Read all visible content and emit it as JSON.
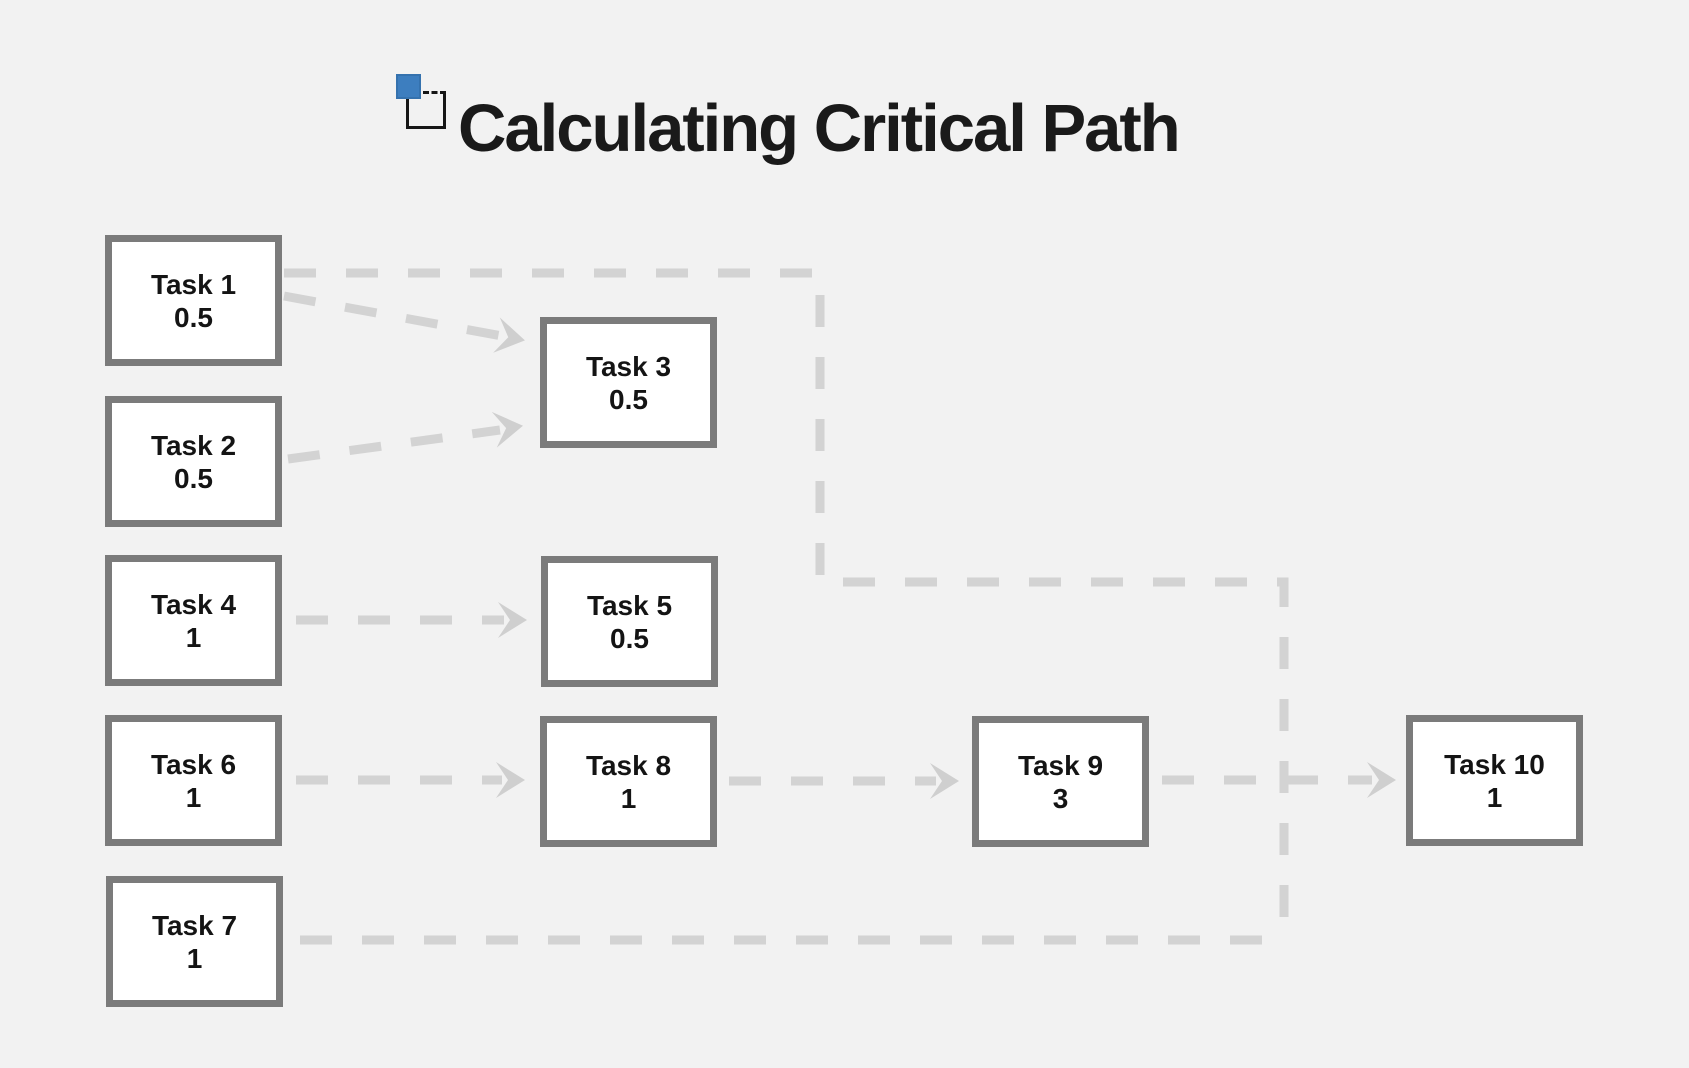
{
  "page": {
    "title": "Calculating Critical Path",
    "background_color": "#f2f2f2"
  },
  "logo": {
    "name": "overlapping-squares-logo",
    "blue_color": "#3d7ebf",
    "outline_color": "#161616"
  },
  "colors": {
    "node_border": "#7b7b7b",
    "node_fill": "#ffffff",
    "node_text": "#141414",
    "connector": "#d3d3d3",
    "arrowhead": "#cfcfcf"
  },
  "tasks": [
    {
      "id": "task1",
      "label": "Task 1",
      "duration": "0.5"
    },
    {
      "id": "task2",
      "label": "Task 2",
      "duration": "0.5"
    },
    {
      "id": "task3",
      "label": "Task 3",
      "duration": "0.5"
    },
    {
      "id": "task4",
      "label": "Task 4",
      "duration": "1"
    },
    {
      "id": "task5",
      "label": "Task 5",
      "duration": "0.5"
    },
    {
      "id": "task6",
      "label": "Task 6",
      "duration": "1"
    },
    {
      "id": "task7",
      "label": "Task 7",
      "duration": "1"
    },
    {
      "id": "task8",
      "label": "Task 8",
      "duration": "1"
    },
    {
      "id": "task9",
      "label": "Task 9",
      "duration": "3"
    },
    {
      "id": "task10",
      "label": "Task 10",
      "duration": "1"
    }
  ],
  "edges": [
    {
      "from": "Task 1",
      "to": "Task 3"
    },
    {
      "from": "Task 2",
      "to": "Task 3"
    },
    {
      "from": "Task 1",
      "to": "Task 10"
    },
    {
      "from": "Task 4",
      "to": "Task 5"
    },
    {
      "from": "Task 6",
      "to": "Task 8"
    },
    {
      "from": "Task 8",
      "to": "Task 9"
    },
    {
      "from": "Task 9",
      "to": "Task 10"
    },
    {
      "from": "Task 7",
      "to": "Task 10"
    }
  ]
}
